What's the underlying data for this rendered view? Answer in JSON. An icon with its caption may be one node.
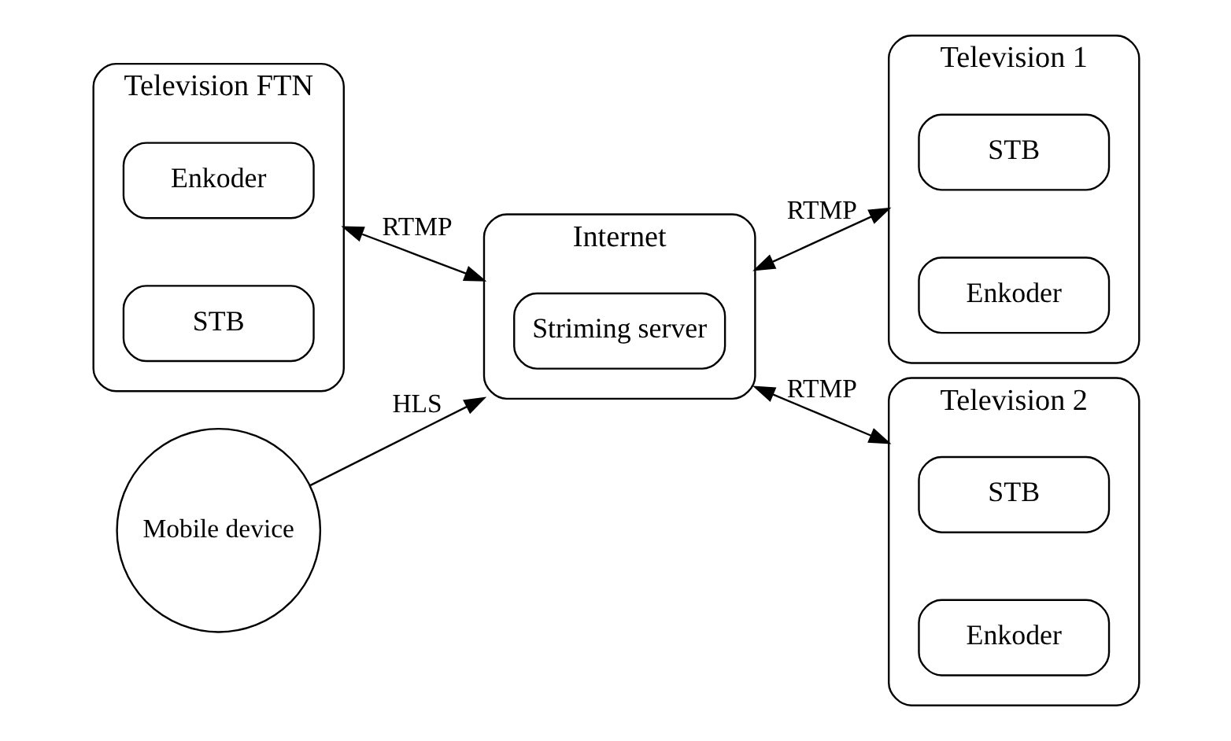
{
  "diagram": {
    "nodes": [
      {
        "text": [
          "Television FTN"
        ]
      },
      {
        "text": [
          "Enkoder"
        ],
        "in": 0
      },
      {
        "text": [
          "STB"
        ],
        "in": 0
      },
      {
        "text": [
          "Internet"
        ]
      },
      {
        "text": [
          "Striming server"
        ],
        "in": 3
      },
      {
        "text": [
          "Television 1"
        ]
      },
      {
        "text": [
          "STB"
        ],
        "in": 5
      },
      {
        "text": [
          "Enkoder"
        ],
        "in": 5
      },
      {
        "text": [
          "Mobile device"
        ]
      },
      {
        "text": [
          "Television 2"
        ]
      },
      {
        "text": [
          "STB"
        ],
        "in": 9
      },
      {
        "text": [
          "Enkoder"
        ],
        "in": 9
      }
    ],
    "edges": [
      {
        "from": 0,
        "to": 3,
        "arrow": "both",
        "label": "RTMP"
      },
      {
        "from": 3,
        "to": 5,
        "arrow": "both",
        "label": "RTMP"
      },
      {
        "from": 8,
        "to": 3,
        "arrow": "to",
        "label": "HLS"
      },
      {
        "from": 3,
        "to": 9,
        "arrow": "both",
        "label": "RTMP"
      }
    ]
  }
}
